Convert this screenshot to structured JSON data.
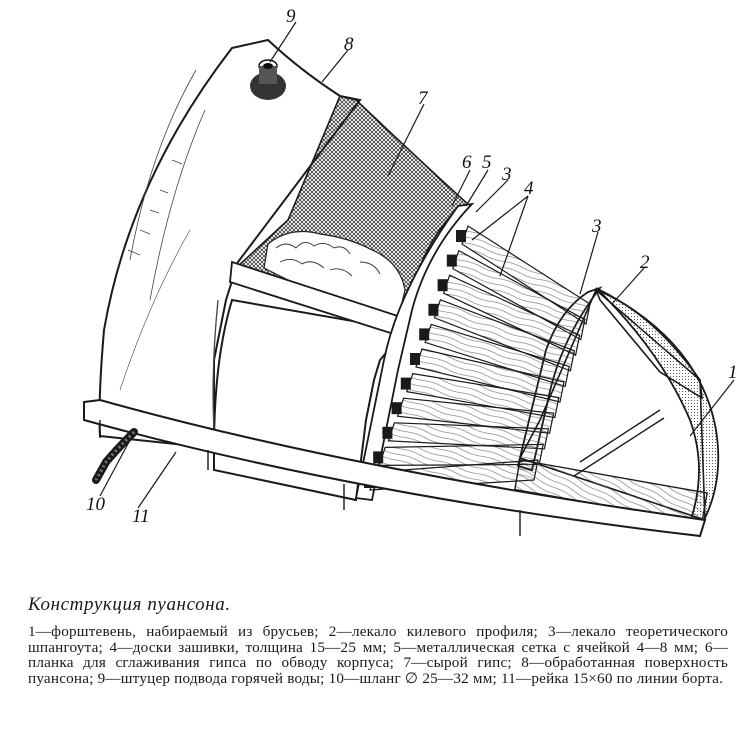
{
  "callouts": [
    {
      "id": "1",
      "text": "1"
    },
    {
      "id": "2",
      "text": "2"
    },
    {
      "id": "3a",
      "text": "3"
    },
    {
      "id": "3b",
      "text": "3"
    },
    {
      "id": "4",
      "text": "4"
    },
    {
      "id": "5",
      "text": "5"
    },
    {
      "id": "6",
      "text": "6"
    },
    {
      "id": "7",
      "text": "7"
    },
    {
      "id": "8",
      "text": "8"
    },
    {
      "id": "9",
      "text": "9"
    },
    {
      "id": "10",
      "text": "10"
    },
    {
      "id": "11",
      "text": "11"
    }
  ],
  "caption": {
    "title": "Конструкция пуансона.",
    "text": "1—форштевень, набираемый из брусьев; 2—лекало килевого профиля; 3—лекало теоретического шпангоута; 4—доски зашивки, толщина 15—25 мм; 5—металлическая сетка с ячейкой 4—8 мм; 6—планка для сглаживания гипса по обводу корпуса; 7—сырой гипс; 8—обработанная поверхность пуансона; 9—штуцер подвода горячей воды; 10—шланг ∅ 25—32 мм; 11—рейка 15×60 по линии борта."
  },
  "colors": {
    "ink": "#1a1a1a",
    "paper": "#ffffff",
    "mesh": "#2a2a2a"
  }
}
